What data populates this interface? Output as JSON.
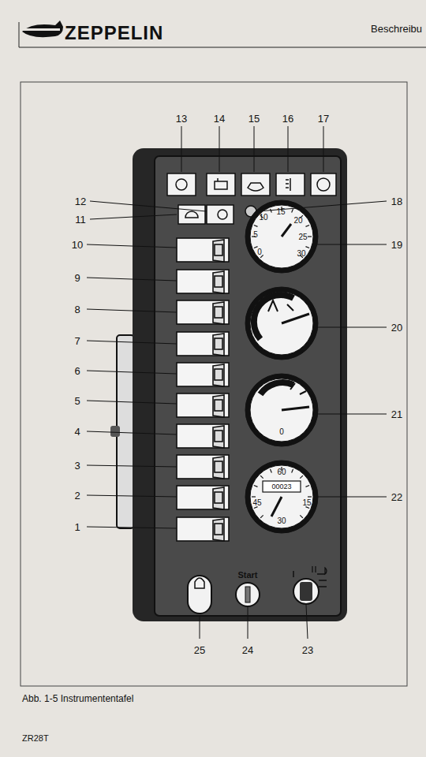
{
  "diagram": {
    "caption": "Abb. 1-5 Instrumententafel",
    "labels": [
      "ZEPPELIN",
      "Beschreibu",
      "13",
      "14",
      "15",
      "16",
      "17",
      "12",
      "11",
      "18",
      "10",
      "19",
      "9",
      "8",
      "20",
      "7",
      "6",
      "5",
      "21",
      "4",
      "3",
      "2",
      "22",
      "1",
      "25",
      "24",
      "23",
      "10",
      "15",
      "20",
      "5",
      "25",
      "0",
      "30",
      "0",
      "60",
      "00023",
      "45",
      "15",
      "30",
      "Start",
      "ZR28T"
    ]
  }
}
